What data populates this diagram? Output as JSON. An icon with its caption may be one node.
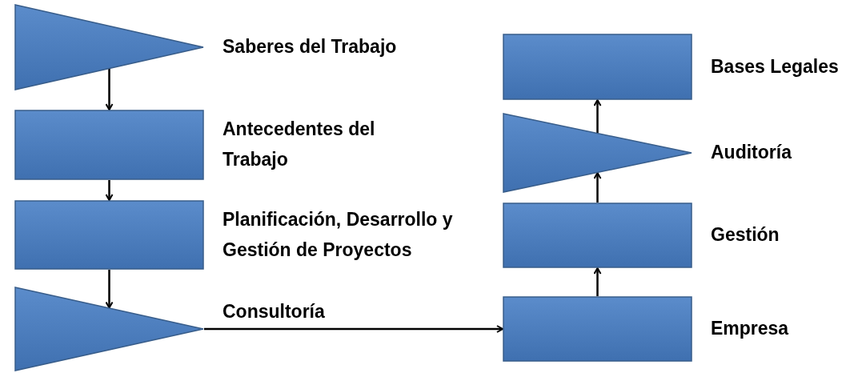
{
  "diagram": {
    "nodes": [
      {
        "text": [],
        "shape": "triangle",
        "beside": [
          "Saberes del Trabajo"
        ]
      },
      {
        "text": [],
        "shape": "box",
        "beside": [
          "Antecedentes del Trabajo"
        ]
      },
      {
        "text": [],
        "shape": "box",
        "beside": [
          "Planificación, Desarrollo y Gestión de Proyectos"
        ]
      },
      {
        "text": [],
        "shape": "triangle"
      },
      {
        "text": [],
        "shape": "box",
        "beside": [
          "Bases Legales"
        ]
      },
      {
        "text": [],
        "shape": "triangle",
        "beside": [
          "Auditoría"
        ]
      },
      {
        "text": [],
        "shape": "box",
        "beside": [
          "Gestión"
        ]
      },
      {
        "text": [],
        "shape": "box",
        "beside": [
          "Empresa"
        ]
      }
    ],
    "edges": [
      {
        "from": 0,
        "to": 1,
        "arrow": "to"
      },
      {
        "from": 1,
        "to": 2,
        "arrow": "to"
      },
      {
        "from": 2,
        "to": 3,
        "arrow": "to"
      },
      {
        "from": 3,
        "to": 7,
        "arrow": "to",
        "label": "Consultoría"
      },
      {
        "from": 7,
        "to": 6,
        "arrow": "to"
      },
      {
        "from": 6,
        "to": 5,
        "arrow": "to"
      },
      {
        "from": 5,
        "to": 4,
        "arrow": "to"
      }
    ]
  }
}
